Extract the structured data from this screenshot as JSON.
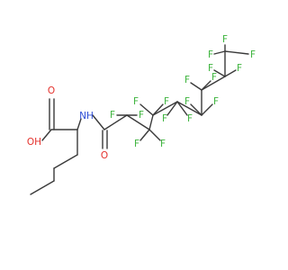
{
  "colors": {
    "bond": "#3a3a3a",
    "carbon": "#3a3a3a",
    "oxygen": "#e4302b",
    "nitrogen": "#2f4fd6",
    "fluorine": "#3db43d"
  },
  "atoms": {
    "hydroxyl": "OH",
    "acid_carbonyl_oxygen": "O",
    "amide_nitrogen": "NH",
    "amide_carbonyl_oxygen": "O",
    "fluorines": [
      "F",
      "F",
      "F",
      "F",
      "F",
      "F",
      "F",
      "F",
      "F",
      "F",
      "F",
      "F",
      "F",
      "F",
      "F",
      "F",
      "F"
    ]
  }
}
